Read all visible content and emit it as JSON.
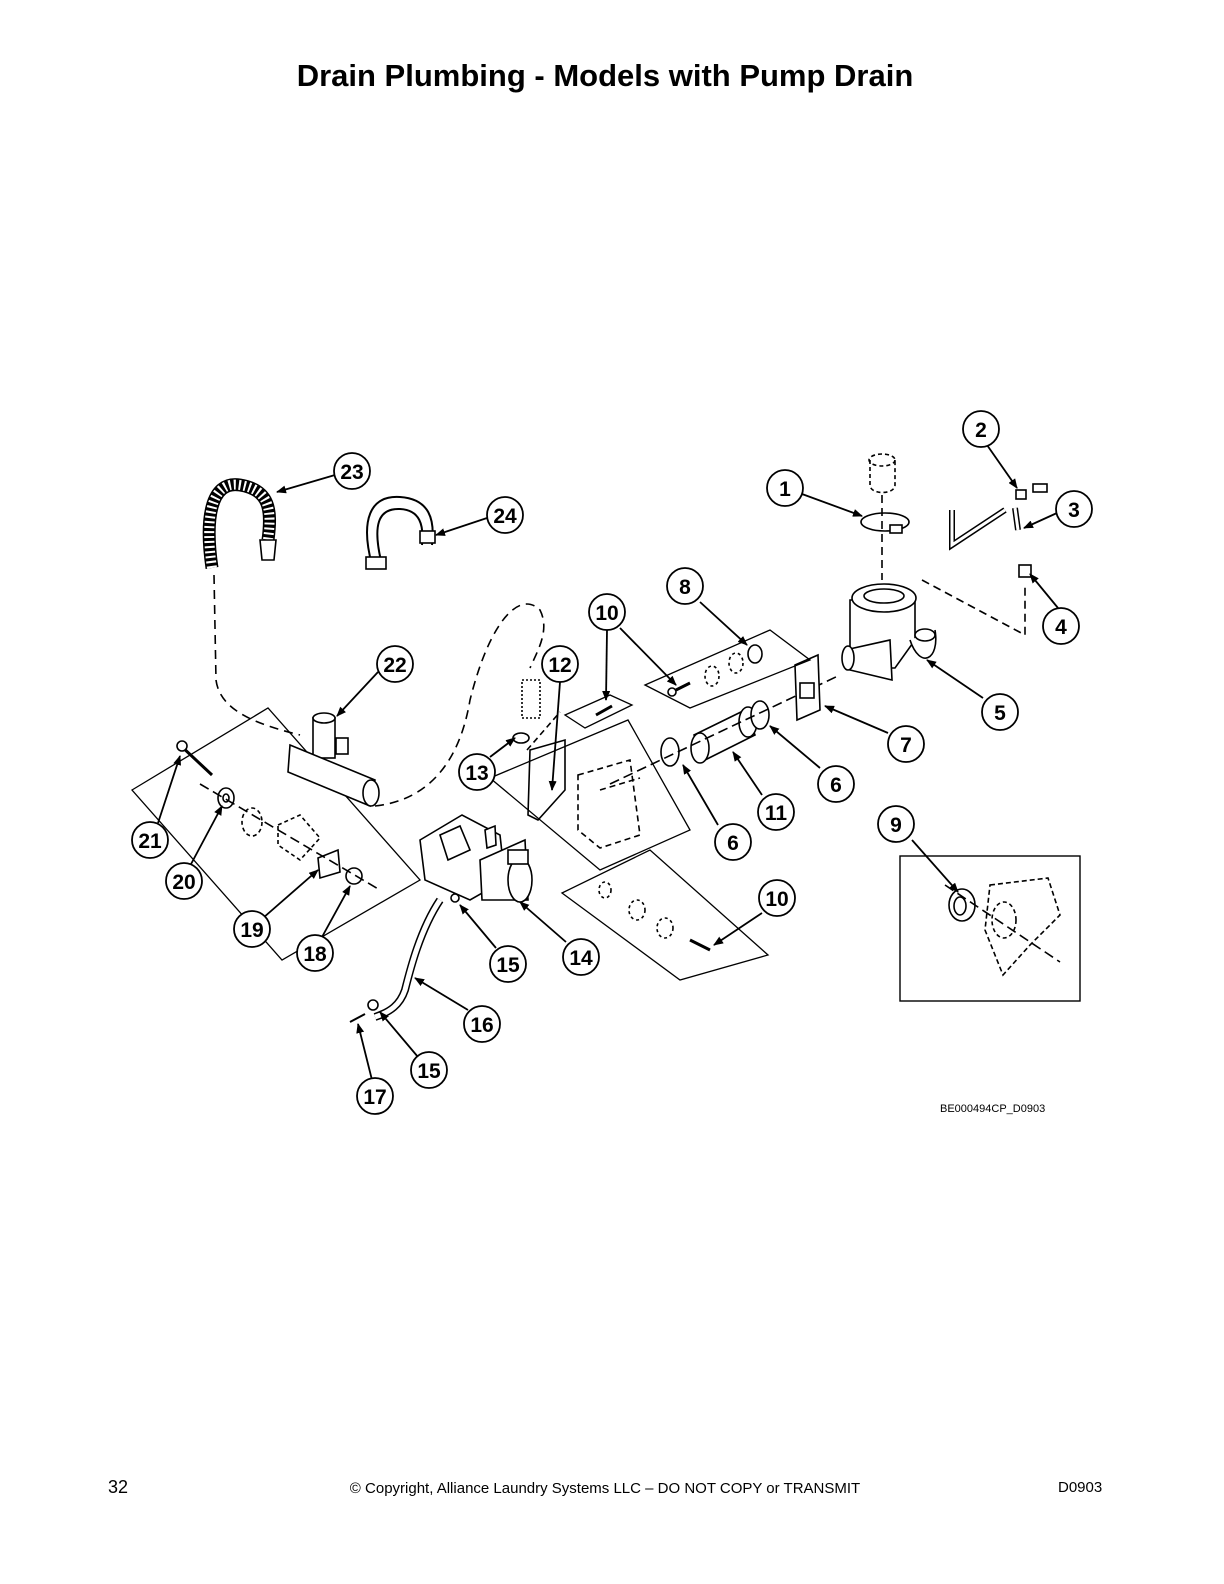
{
  "page": {
    "title": "Drain Plumbing - Models with Pump Drain",
    "drawing_code": "BE000494CP_D0903",
    "footer": {
      "page_number": "32",
      "copyright": "© Copyright, Alliance Laundry Systems LLC – DO NOT COPY or TRANSMIT",
      "document_code": "D0903"
    }
  },
  "callouts": [
    {
      "id": "c1",
      "label": "1"
    },
    {
      "id": "c2",
      "label": "2"
    },
    {
      "id": "c3",
      "label": "3"
    },
    {
      "id": "c4",
      "label": "4"
    },
    {
      "id": "c5",
      "label": "5"
    },
    {
      "id": "c6a",
      "label": "6"
    },
    {
      "id": "c6b",
      "label": "6"
    },
    {
      "id": "c7",
      "label": "7"
    },
    {
      "id": "c8",
      "label": "8"
    },
    {
      "id": "c9",
      "label": "9"
    },
    {
      "id": "c10a",
      "label": "10"
    },
    {
      "id": "c10b",
      "label": "10"
    },
    {
      "id": "c11",
      "label": "11"
    },
    {
      "id": "c12",
      "label": "12"
    },
    {
      "id": "c13",
      "label": "13"
    },
    {
      "id": "c14",
      "label": "14"
    },
    {
      "id": "c15a",
      "label": "15"
    },
    {
      "id": "c15b",
      "label": "15"
    },
    {
      "id": "c16",
      "label": "16"
    },
    {
      "id": "c17",
      "label": "17"
    },
    {
      "id": "c18",
      "label": "18"
    },
    {
      "id": "c19",
      "label": "19"
    },
    {
      "id": "c20",
      "label": "20"
    },
    {
      "id": "c21",
      "label": "21"
    },
    {
      "id": "c22",
      "label": "22"
    },
    {
      "id": "c23",
      "label": "23"
    },
    {
      "id": "c24",
      "label": "24"
    }
  ]
}
